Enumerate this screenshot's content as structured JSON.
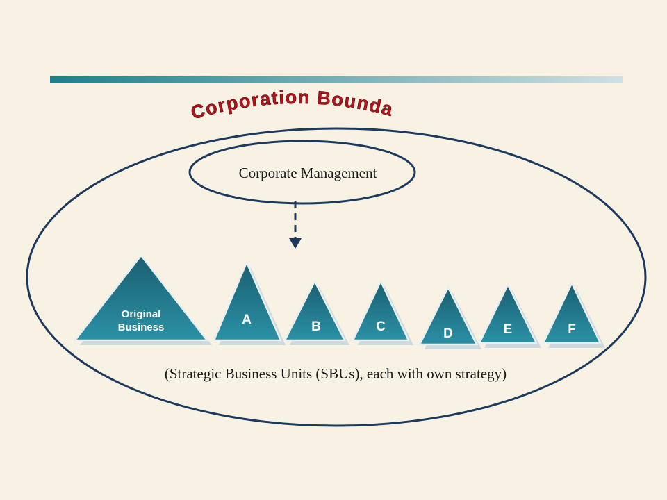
{
  "title": "Corporation Boundary",
  "management_label": "Corporate Management",
  "caption": "(Strategic Business Units (SBUs), each with own strategy)",
  "units": [
    {
      "label": "Original Business",
      "line1": "Original",
      "line2": "Business"
    },
    {
      "label": "A"
    },
    {
      "label": "B"
    },
    {
      "label": "C"
    },
    {
      "label": "D"
    },
    {
      "label": "E"
    },
    {
      "label": "F"
    }
  ],
  "colors": {
    "background": "#f7f2e3",
    "accent_bar_start": "#1e7f8c",
    "accent_bar_end": "#cfe0e2",
    "title": "#b3141c",
    "outline": "#1d3a5e",
    "triangle_top": "#1f6f80",
    "triangle_bottom": "#2a8ea2"
  }
}
